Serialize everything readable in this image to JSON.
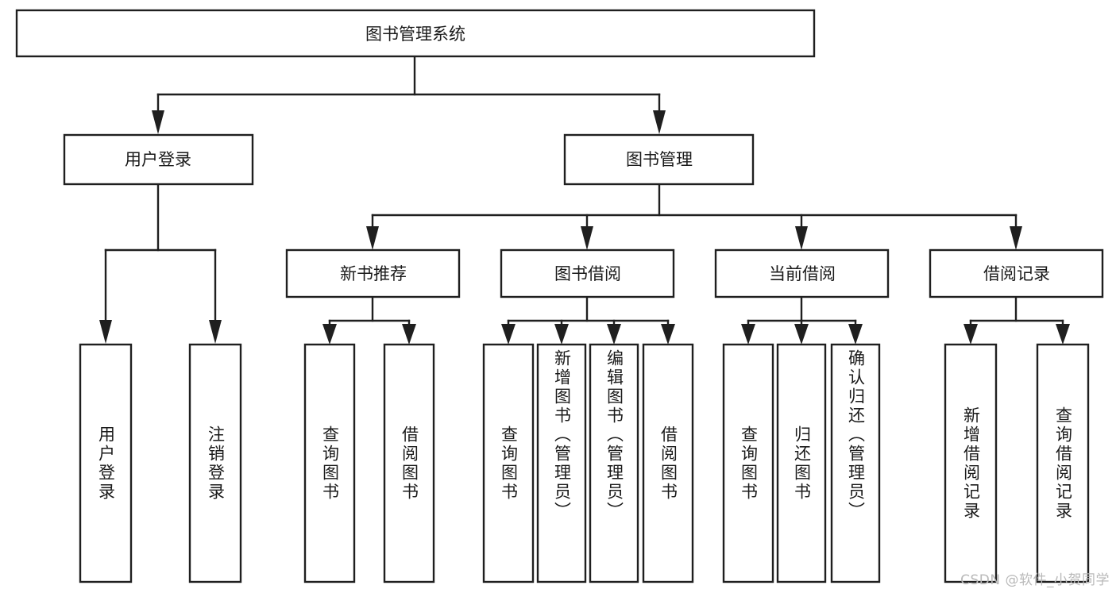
{
  "diagram": {
    "title": "图书管理系统",
    "type": "tree-hierarchy",
    "root": {
      "id": "root",
      "label": "图书管理系统",
      "orientation": "horizontal"
    },
    "level2": [
      {
        "id": "user-login",
        "label": "用户登录",
        "orientation": "horizontal"
      },
      {
        "id": "book-manage",
        "label": "图书管理",
        "orientation": "horizontal"
      }
    ],
    "level3": [
      {
        "id": "new-book-rec",
        "label": "新书推荐",
        "orientation": "horizontal",
        "parent": "book-manage"
      },
      {
        "id": "book-borrow",
        "label": "图书借阅",
        "orientation": "horizontal",
        "parent": "book-manage"
      },
      {
        "id": "current-borrow",
        "label": "当前借阅",
        "orientation": "horizontal",
        "parent": "book-manage"
      },
      {
        "id": "borrow-record",
        "label": "借阅记录",
        "orientation": "horizontal",
        "parent": "book-manage"
      }
    ],
    "leaves": [
      {
        "id": "leaf-user-login",
        "label": "用户登录",
        "orientation": "vertical",
        "parent": "user-login"
      },
      {
        "id": "leaf-logout",
        "label": "注销登录",
        "orientation": "vertical",
        "parent": "user-login"
      },
      {
        "id": "leaf-query-book-1",
        "label": "查询图书",
        "orientation": "vertical",
        "parent": "new-book-rec"
      },
      {
        "id": "leaf-borrow-book-1",
        "label": "借阅图书",
        "orientation": "vertical",
        "parent": "new-book-rec"
      },
      {
        "id": "leaf-query-book-2",
        "label": "查询图书",
        "orientation": "vertical",
        "parent": "book-borrow"
      },
      {
        "id": "leaf-add-book",
        "label": "新增图书（管理员）",
        "orientation": "vertical",
        "parent": "book-borrow"
      },
      {
        "id": "leaf-edit-book",
        "label": "编辑图书（管理员）",
        "orientation": "vertical",
        "parent": "book-borrow"
      },
      {
        "id": "leaf-borrow-book-2",
        "label": "借阅图书",
        "orientation": "vertical",
        "parent": "book-borrow"
      },
      {
        "id": "leaf-query-book-3",
        "label": "查询图书",
        "orientation": "vertical",
        "parent": "current-borrow"
      },
      {
        "id": "leaf-return-book",
        "label": "归还图书",
        "orientation": "vertical",
        "parent": "current-borrow"
      },
      {
        "id": "leaf-confirm-return",
        "label": "确认归还（管理员）",
        "orientation": "vertical",
        "parent": "current-borrow"
      },
      {
        "id": "leaf-add-record",
        "label": "新增借阅记录",
        "orientation": "vertical",
        "parent": "borrow-record"
      },
      {
        "id": "leaf-query-record",
        "label": "查询借阅记录",
        "orientation": "vertical",
        "parent": "borrow-record"
      }
    ],
    "colors": {
      "stroke": "#1f1f1f",
      "fill": "#ffffff",
      "text": "#1a1a1a",
      "watermark": "#b9b9b9",
      "background": "#ffffff"
    }
  },
  "watermark": {
    "text": "CSDN @软件_小贺同学"
  }
}
